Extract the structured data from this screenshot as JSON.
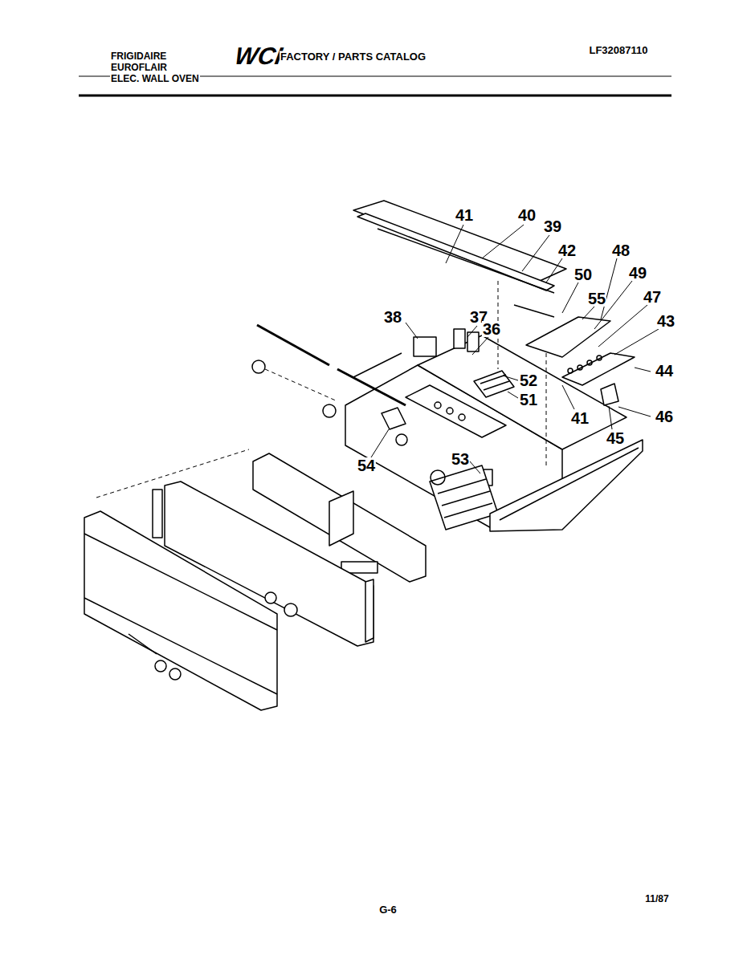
{
  "diagram": {
    "labels": [
      "FRIGIDAIRE",
      "EUROFLAIR",
      "ELEC. WALL OVEN",
      "WCI",
      "FACTORY / PARTS CATALOG",
      "LF32087110",
      "41",
      "40",
      "39",
      "42",
      "50",
      "48",
      "49",
      "38",
      "37",
      "36",
      "55",
      "47",
      "43",
      "44",
      "52",
      "51",
      "41",
      "46",
      "45",
      "54",
      "53",
      "G-6",
      "11/87"
    ]
  }
}
